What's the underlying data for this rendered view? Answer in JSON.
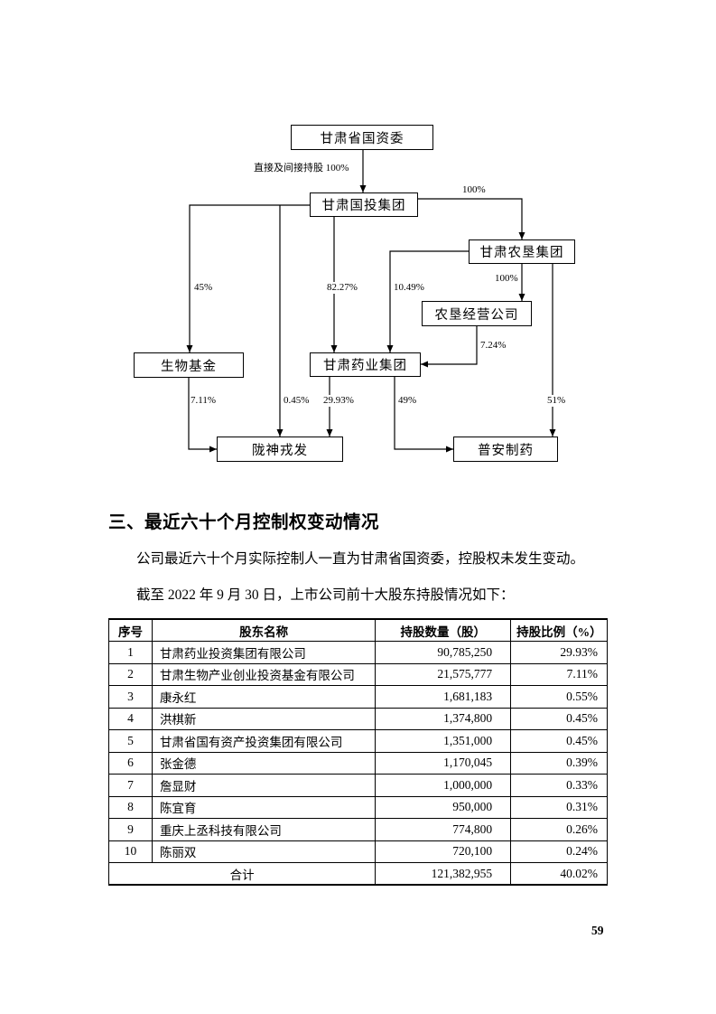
{
  "page": {
    "number": "59"
  },
  "diagram": {
    "nodes": {
      "guozi": "甘肃省国资委",
      "guotou": "甘肃国投集团",
      "nongken": "甘肃农垦集团",
      "nkjy": "农垦经营公司",
      "shengwu": "生物基金",
      "yaoye": "甘肃药业集团",
      "longshen": "陇神戎发",
      "puan": "普安制药"
    },
    "edge_labels": {
      "guozi_guotou": "直接及间接持股 100%",
      "guotou_nongken": "100%",
      "guotou_shengwu": "45%",
      "guotou_yaoye": "82.27%",
      "nongken_yaoye": "10.49%",
      "nongken_nkjy": "100%",
      "nkjy_yaoye": "7.24%",
      "shengwu_longshen": "7.11%",
      "guotou_longshen": "0.45%",
      "yaoye_longshen": "29.93%",
      "yaoye_puan": "49%",
      "nongken_puan": "51%"
    }
  },
  "section": {
    "heading": "三、最近六十个月控制权变动情况",
    "para1": "公司最近六十个月实际控制人一直为甘肃省国资委，控股权未发生变动。",
    "para2": "截至 2022 年 9 月 30 日，上市公司前十大股东持股情况如下："
  },
  "table": {
    "headers": [
      "序号",
      "股东名称",
      "持股数量（股）",
      "持股比例（%）"
    ],
    "rows": [
      [
        "1",
        "甘肃药业投资集团有限公司",
        "90,785,250",
        "29.93%"
      ],
      [
        "2",
        "甘肃生物产业创业投资基金有限公司",
        "21,575,777",
        "7.11%"
      ],
      [
        "3",
        "康永红",
        "1,681,183",
        "0.55%"
      ],
      [
        "4",
        "洪棋新",
        "1,374,800",
        "0.45%"
      ],
      [
        "5",
        "甘肃省国有资产投资集团有限公司",
        "1,351,000",
        "0.45%"
      ],
      [
        "6",
        "张金德",
        "1,170,045",
        "0.39%"
      ],
      [
        "7",
        "詹显财",
        "1,000,000",
        "0.33%"
      ],
      [
        "8",
        "陈宜育",
        "950,000",
        "0.31%"
      ],
      [
        "9",
        "重庆上丞科技有限公司",
        "774,800",
        "0.26%"
      ],
      [
        "10",
        "陈丽双",
        "720,100",
        "0.24%"
      ]
    ],
    "total_label": "合计",
    "total_shares": "121,382,955",
    "total_pct": "40.02%"
  }
}
